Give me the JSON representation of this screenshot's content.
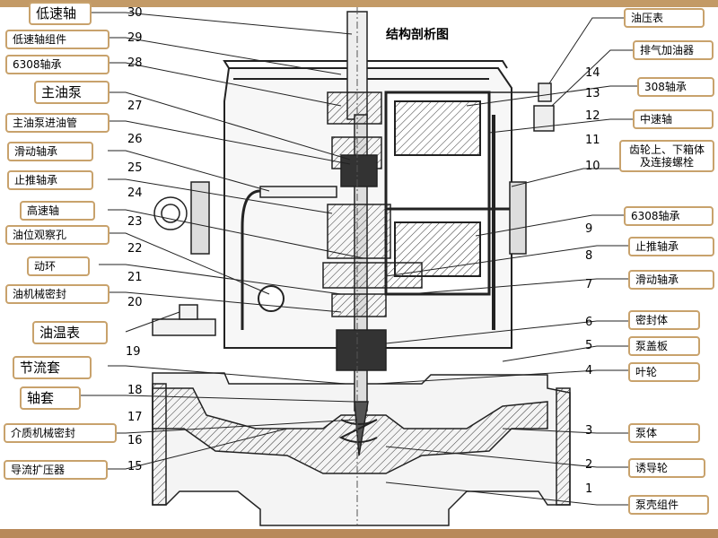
{
  "title": "结构剖析图",
  "left_labels": [
    {
      "id": "30",
      "text": "低速轴"
    },
    {
      "id": "29",
      "text": "低速轴组件"
    },
    {
      "id": "28",
      "text": "6308轴承"
    },
    {
      "id": "27a",
      "text": "主油泵"
    },
    {
      "id": "27b",
      "text": "主油泵进油管"
    },
    {
      "id": "26",
      "text": "滑动轴承"
    },
    {
      "id": "25",
      "text": "止推轴承"
    },
    {
      "id": "24",
      "text": "高速轴"
    },
    {
      "id": "23",
      "text": "油位观察孔"
    },
    {
      "id": "22",
      "text": "动环"
    },
    {
      "id": "21",
      "text": "油机械密封"
    },
    {
      "id": "20",
      "text": "油温表"
    },
    {
      "id": "19",
      "text": "节流套"
    },
    {
      "id": "18",
      "text": "轴套"
    },
    {
      "id": "17",
      "text": "介质机械密封"
    },
    {
      "id": "16",
      "text": "导流扩压器"
    }
  ],
  "right_labels": [
    {
      "id": "14",
      "text": "油压表"
    },
    {
      "id": "13",
      "text": "排气加油器"
    },
    {
      "id": "12",
      "text": "308轴承"
    },
    {
      "id": "11",
      "text": "中速轴"
    },
    {
      "id": "10",
      "text": "齿轮上、下箱体及连接螺栓"
    },
    {
      "id": "9",
      "text": "6308轴承"
    },
    {
      "id": "8",
      "text": "止推轴承"
    },
    {
      "id": "7",
      "text": "滑动轴承"
    },
    {
      "id": "6",
      "text": "密封体"
    },
    {
      "id": "5",
      "text": "泵盖板"
    },
    {
      "id": "4",
      "text": "叶轮"
    },
    {
      "id": "3",
      "text": "泵体"
    },
    {
      "id": "2",
      "text": "诱导轮"
    },
    {
      "id": "1",
      "text": "泵壳组件"
    }
  ],
  "part_numbers": {
    "n30": "30",
    "n29": "29",
    "n28": "28",
    "n27": "27",
    "n26": "26",
    "n25": "25",
    "n24": "24",
    "n23": "23",
    "n22": "22",
    "n21": "21",
    "n20": "20",
    "n19": "19",
    "n18": "18",
    "n17": "17",
    "n16": "16",
    "n15": "15",
    "n14": "14",
    "n13": "13",
    "n12": "12",
    "n11": "11",
    "n10": "10",
    "n9": "9",
    "n8": "8",
    "n7": "7",
    "n6": "6",
    "n5": "5",
    "n4": "4",
    "n3": "3",
    "n2": "2",
    "n1": "1"
  },
  "colors": {
    "frame": "#c39a66",
    "board_edge": "#2f6e5f",
    "label_border": "#c8a26c",
    "hatch": "#333333"
  }
}
